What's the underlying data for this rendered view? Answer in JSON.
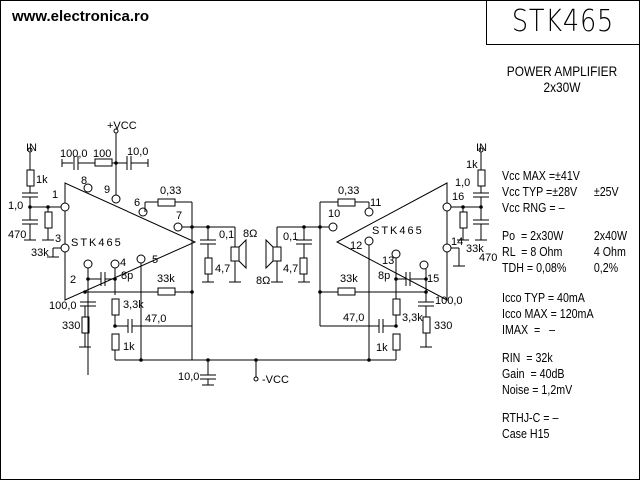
{
  "header": {
    "website": "www.electronica.ro",
    "part_number": "STK465",
    "description_line1": "POWER AMPLIFIER",
    "description_line2": "2x30W"
  },
  "schematic": {
    "ic_label_left": "STK465",
    "ic_label_right": "STK465",
    "supply_positive": "+VCC",
    "supply_negative": "-VCC",
    "input_label": "IN",
    "left_channel": {
      "pins": [
        "1",
        "2",
        "3",
        "4",
        "5",
        "6",
        "7",
        "8",
        "9"
      ],
      "components": {
        "r_in": "1k",
        "c_in": "1,0",
        "c_470": "470",
        "r_33k_in": "33k",
        "c_bootstrap": "100,0",
        "r_100": "100",
        "c_vcc": "10,0",
        "r_emitter": "0,33",
        "c_zobel": "0,1",
        "r_zobel": "4,7",
        "speaker": "8Ω",
        "c_8p": "8p",
        "r_fb": "33k",
        "c_100": "100,0",
        "r_330": "330",
        "r_3k3": "3,3k",
        "c_47": "47,0",
        "r_1k": "1k"
      }
    },
    "right_channel": {
      "pins": [
        "10",
        "11",
        "12",
        "13",
        "14",
        "15",
        "16"
      ],
      "components": {
        "r_in": "1k",
        "c_in": "1,0",
        "c_470": "470",
        "r_33k_in": "33k",
        "r_emitter": "0,33",
        "c_zobel": "0,1",
        "r_zobel": "4,7",
        "speaker": "8Ω",
        "c_8p": "8p",
        "r_fb": "33k",
        "c_100": "100,0",
        "r_330": "330",
        "r_3k3": "3,3k",
        "c_47": "47,0",
        "r_1k": "1k"
      }
    },
    "c_neg_supply": "10,0"
  },
  "specs": {
    "vcc_max": {
      "label": "Vcc MAX",
      "value": "=±41V"
    },
    "vcc_typ": {
      "label": "Vcc TYP",
      "value": "=±28V",
      "value2": "±25V"
    },
    "vcc_rng": {
      "label": "Vcc RNG",
      "value": "= –"
    },
    "po": {
      "label": "Po",
      "value": "= 2x30W",
      "value2": "2x40W"
    },
    "rl": {
      "label": "RL",
      "value": "= 8 Ohm",
      "value2": "4 Ohm"
    },
    "tdh": {
      "label": "TDH",
      "value": "= 0,08%",
      "value2": "0,2%"
    },
    "icco_typ": {
      "label": "Icco TYP",
      "value": "= 40mA"
    },
    "icco_max": {
      "label": "Icco MAX",
      "value": "= 120mA"
    },
    "imax": {
      "label": "IMAX",
      "value": "=   –"
    },
    "rin": {
      "label": "RIN",
      "value": "= 32k"
    },
    "gain": {
      "label": "Gain",
      "value": "= 40dB"
    },
    "noise": {
      "label": "Noise",
      "value": "= 1,2mV"
    },
    "rthjc": {
      "label": "RTHJ-C",
      "value": "= –"
    },
    "case": {
      "label": "Case",
      "value": "H15"
    }
  }
}
